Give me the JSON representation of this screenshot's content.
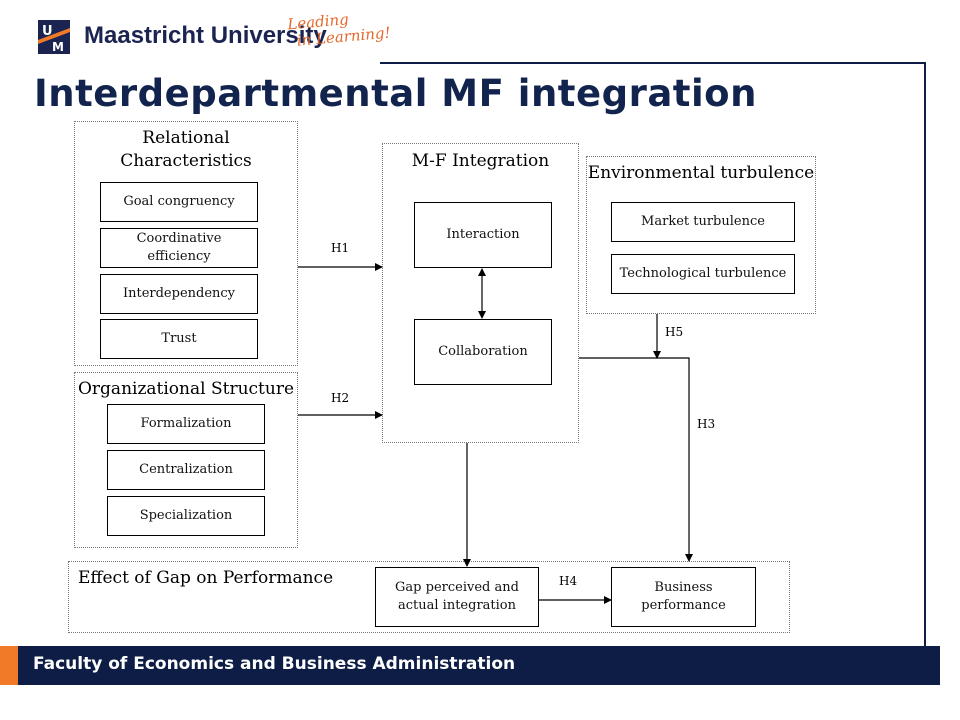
{
  "header": {
    "university": "Maastricht University",
    "tagline_line1": "Leading",
    "tagline_line2": "in Learning!",
    "logo_letters": [
      "U",
      "M"
    ]
  },
  "title": "Interdepartmental MF integration",
  "diagram": {
    "relational": {
      "title_line1": "Relational",
      "title_line2": "Characteristics",
      "items": [
        "Goal congruency",
        "Coordinative efficiency",
        "Interdependency",
        "Trust"
      ]
    },
    "organizational": {
      "title": "Organizational Structure",
      "items": [
        "Formalization",
        "Centralization",
        "Specialization"
      ]
    },
    "integration": {
      "title": "M-F Integration",
      "items": [
        "Interaction",
        "Collaboration"
      ]
    },
    "environmental": {
      "title": "Environmental turbulence",
      "items": [
        "Market turbulence",
        "Technological turbulence"
      ]
    },
    "effect": {
      "title": "Effect of Gap on Performance",
      "gap": "Gap perceived and actual integration",
      "performance": "Business performance"
    },
    "hypotheses": [
      "H1",
      "H2",
      "H3",
      "H4",
      "H5"
    ]
  },
  "footer": {
    "faculty": "Faculty of Economics and Business Administration"
  },
  "colors": {
    "navy": "#0d1d46",
    "orange": "#f07a28",
    "title": "#12244d"
  }
}
